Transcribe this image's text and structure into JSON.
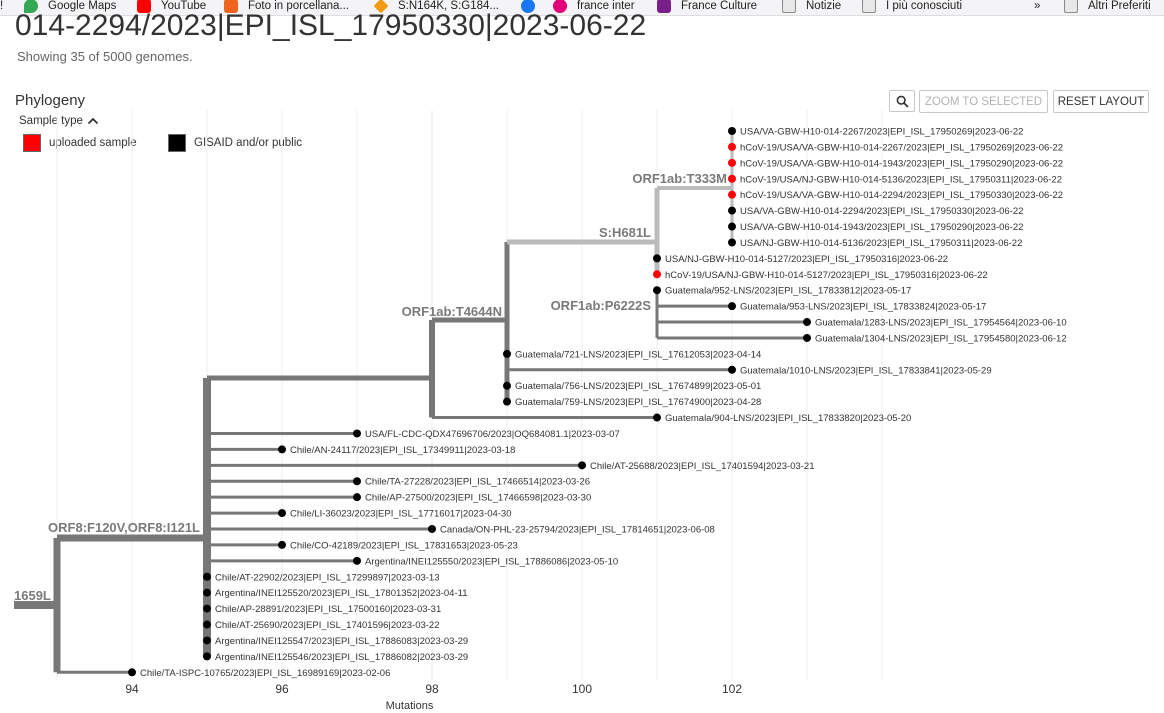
{
  "bookmarks": [
    {
      "label": "!",
      "icon": "",
      "color": ""
    },
    {
      "label": "Google Maps",
      "icon": "google-maps-icon",
      "color": "#34a853"
    },
    {
      "label": "YouTube",
      "icon": "youtube-icon",
      "color": "#ff0000"
    },
    {
      "label": "Foto in porcellana...",
      "icon": "etsy-icon",
      "color": "#f1641e"
    },
    {
      "label": "S:N164K, S:G184...",
      "icon": "diamond-icon",
      "color": "#f39c12"
    },
    {
      "label": "",
      "icon": "facebook-icon",
      "color": "#1877f2"
    },
    {
      "label": "france inter",
      "icon": "france-inter-icon",
      "color": "#e2007a"
    },
    {
      "label": "France Culture",
      "icon": "france-culture-icon",
      "color": "#7a1f8a"
    },
    {
      "label": "Notizie",
      "icon": "folder-icon",
      "color": ""
    },
    {
      "label": "I più conosciuti",
      "icon": "folder-icon",
      "color": ""
    },
    {
      "label": "»",
      "icon": "",
      "color": ""
    },
    {
      "label": "Altri Preferiti",
      "icon": "folder-icon",
      "color": ""
    }
  ],
  "page": {
    "title": "014-2294/2023|EPI_ISL_17950330|2023-06-22",
    "subtitle": "Showing 35 of 5000 genomes."
  },
  "phylogeny": {
    "title": "Phylogeny",
    "zoom_to_selected": "ZOOM TO SELECTED",
    "reset_layout": "RESET LAYOUT",
    "legend_title": "Sample type",
    "legend": [
      {
        "label": "uploaded sample",
        "color": "#ff0000"
      },
      {
        "label": "GISAID and/or public",
        "color": "#000000"
      }
    ]
  },
  "colors": {
    "uploaded": "#ff0000",
    "public": "#000000",
    "branch": "#777777",
    "branch_light": "#bbbbbb"
  },
  "chart_data": {
    "type": "phylogenetic-tree",
    "xlabel": "Mutations",
    "xticks": [
      94,
      96,
      98,
      100,
      102
    ],
    "xlim": [
      92.2,
      104.5
    ],
    "branch_labels": [
      "1659L",
      "ORF8:F120V,ORF8:I121L",
      "ORF1ab:T4644N",
      "S:H681L",
      "ORF1ab:T333M",
      "ORF1ab:P6222S"
    ],
    "tips": [
      {
        "name": "USA/VA-GBW-H10-014-2267/2023|EPI_ISL_17950269|2023-06-22",
        "mutations": 102,
        "sample": "public"
      },
      {
        "name": "hCoV-19/USA/VA-GBW-H10-014-2267/2023|EPI_ISL_17950269|2023-06-22",
        "mutations": 102,
        "sample": "uploaded"
      },
      {
        "name": "hCoV-19/USA/VA-GBW-H10-014-1943/2023|EPI_ISL_17950290|2023-06-22",
        "mutations": 102,
        "sample": "uploaded"
      },
      {
        "name": "hCoV-19/USA/NJ-GBW-H10-014-5136/2023|EPI_ISL_17950311|2023-06-22",
        "mutations": 102,
        "sample": "uploaded"
      },
      {
        "name": "hCoV-19/USA/VA-GBW-H10-014-2294/2023|EPI_ISL_17950330|2023-06-22",
        "mutations": 102,
        "sample": "uploaded"
      },
      {
        "name": "USA/VA-GBW-H10-014-2294/2023|EPI_ISL_17950330|2023-06-22",
        "mutations": 102,
        "sample": "public"
      },
      {
        "name": "USA/VA-GBW-H10-014-1943/2023|EPI_ISL_17950290|2023-06-22",
        "mutations": 102,
        "sample": "public"
      },
      {
        "name": "USA/NJ-GBW-H10-014-5136/2023|EPI_ISL_17950311|2023-06-22",
        "mutations": 102,
        "sample": "public"
      },
      {
        "name": "USA/NJ-GBW-H10-014-5127/2023|EPI_ISL_17950316|2023-06-22",
        "mutations": 101,
        "sample": "public"
      },
      {
        "name": "hCoV-19/USA/NJ-GBW-H10-014-5127/2023|EPI_ISL_17950316|2023-06-22",
        "mutations": 101,
        "sample": "uploaded"
      },
      {
        "name": "Guatemala/952-LNS/2023|EPI_ISL_17833812|2023-05-17",
        "mutations": 101,
        "sample": "public"
      },
      {
        "name": "Guatemala/953-LNS/2023|EPI_ISL_17833824|2023-05-17",
        "mutations": 102,
        "sample": "public"
      },
      {
        "name": "Guatemala/1283-LNS/2023|EPI_ISL_17954564|2023-06-10",
        "mutations": 103,
        "sample": "public"
      },
      {
        "name": "Guatemala/1304-LNS/2023|EPI_ISL_17954580|2023-06-12",
        "mutations": 103,
        "sample": "public"
      },
      {
        "name": "Guatemala/721-LNS/2023|EPI_ISL_17612053|2023-04-14",
        "mutations": 99,
        "sample": "public"
      },
      {
        "name": "Guatemala/1010-LNS/2023|EPI_ISL_17833841|2023-05-29",
        "mutations": 102,
        "sample": "public"
      },
      {
        "name": "Guatemala/756-LNS/2023|EPI_ISL_17674899|2023-05-01",
        "mutations": 99,
        "sample": "public"
      },
      {
        "name": "Guatemala/759-LNS/2023|EPI_ISL_17674900|2023-04-28",
        "mutations": 99,
        "sample": "public"
      },
      {
        "name": "Guatemala/904-LNS/2023|EPI_ISL_17833820|2023-05-20",
        "mutations": 101,
        "sample": "public"
      },
      {
        "name": "USA/FL-CDC-QDX47696706/2023|OQ684081.1|2023-03-07",
        "mutations": 97,
        "sample": "public"
      },
      {
        "name": "Chile/AN-24117/2023|EPI_ISL_17349911|2023-03-18",
        "mutations": 96,
        "sample": "public"
      },
      {
        "name": "Chile/AT-25688/2023|EPI_ISL_17401594|2023-03-21",
        "mutations": 100,
        "sample": "public"
      },
      {
        "name": "Chile/TA-27228/2023|EPI_ISL_17466514|2023-03-26",
        "mutations": 97,
        "sample": "public"
      },
      {
        "name": "Chile/AP-27500/2023|EPI_ISL_17466598|2023-03-30",
        "mutations": 97,
        "sample": "public"
      },
      {
        "name": "Chile/LI-36023/2023|EPI_ISL_17716017|2023-04-30",
        "mutations": 96,
        "sample": "public"
      },
      {
        "name": "Canada/ON-PHL-23-25794/2023|EPI_ISL_17814651|2023-06-08",
        "mutations": 98,
        "sample": "public"
      },
      {
        "name": "Chile/CO-42189/2023|EPI_ISL_17831653|2023-05-23",
        "mutations": 96,
        "sample": "public"
      },
      {
        "name": "Argentina/INEI125550/2023|EPI_ISL_17886086|2023-05-10",
        "mutations": 97,
        "sample": "public"
      },
      {
        "name": "Chile/AT-22902/2023|EPI_ISL_17299897|2023-03-13",
        "mutations": 95,
        "sample": "public"
      },
      {
        "name": "Argentina/INEI125520/2023|EPI_ISL_17801352|2023-04-11",
        "mutations": 95,
        "sample": "public"
      },
      {
        "name": "Chile/AP-28891/2023|EPI_ISL_17500160|2023-03-31",
        "mutations": 95,
        "sample": "public"
      },
      {
        "name": "Chile/AT-25690/2023|EPI_ISL_17401596|2023-03-22",
        "mutations": 95,
        "sample": "public"
      },
      {
        "name": "Argentina/INEI125547/2023|EPI_ISL_17886083|2023-03-29",
        "mutations": 95,
        "sample": "public"
      },
      {
        "name": "Argentina/INEI125546/2023|EPI_ISL_17886082|2023-03-29",
        "mutations": 95,
        "sample": "public"
      },
      {
        "name": "Chile/TA-ISPC-10765/2023|EPI_ISL_16989169|2023-02-06",
        "mutations": 94,
        "sample": "public"
      }
    ]
  }
}
